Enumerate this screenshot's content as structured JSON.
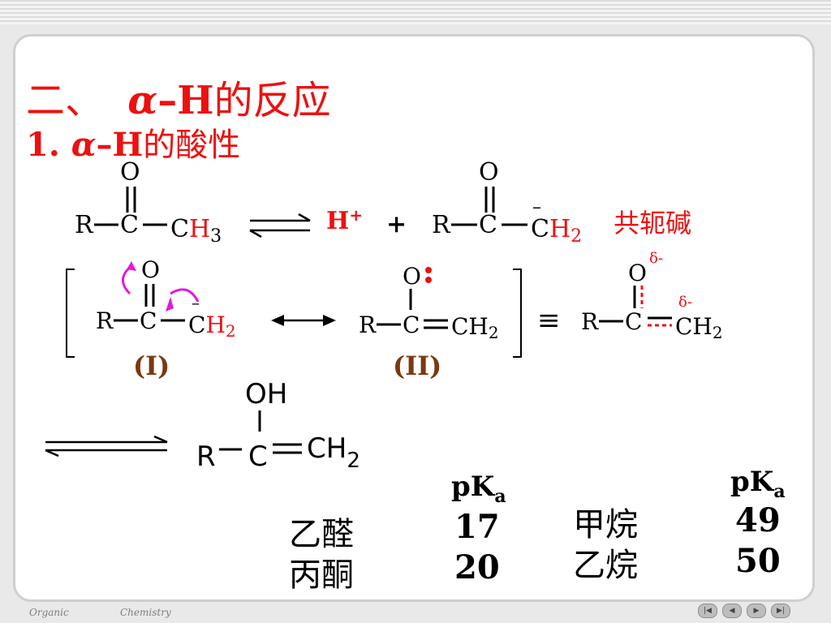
{
  "title": {
    "section_number": "二、",
    "alpha": "α",
    "dash": "–",
    "h": "H",
    "text": "的反应"
  },
  "subtitle": {
    "number": "1.",
    "alpha": "α",
    "dash": "–",
    "h": "H",
    "text": "的酸性"
  },
  "eq1": {
    "R": "R",
    "C": "C",
    "O": "O",
    "CH3": "CH3",
    "H_plus": "H+",
    "plus": "+",
    "R2": "R",
    "C2": "C",
    "O2": "O",
    "CH2_minus": "CH2",
    "minus": "–",
    "conj_base": "共轭碱"
  },
  "resonance": {
    "I_label": "(I)",
    "II_label": "(II)",
    "struct1": {
      "R": "R",
      "C": "C",
      "O": "O",
      "CH2": "CH2",
      "minus": "–"
    },
    "struct2": {
      "R": "R",
      "C": "C",
      "O": "O",
      "CH2": "CH2"
    },
    "equiv": "≡",
    "struct3": {
      "R": "R",
      "C": "C",
      "O": "O",
      "CH2": "CH2",
      "delta1": "δ-",
      "delta2": "δ-"
    }
  },
  "enol": {
    "OH": "OH",
    "R": "R",
    "C": "C",
    "CH2": "CH2"
  },
  "pka_table": {
    "header": "pK",
    "header_sub": "a",
    "left_rows": [
      {
        "name": "乙醛",
        "value": "17"
      },
      {
        "name": "丙酮",
        "value": "20"
      }
    ],
    "right_rows": [
      {
        "name": "甲烷",
        "value": "49"
      },
      {
        "name": "乙烷",
        "value": "50"
      }
    ]
  },
  "footer": {
    "left": "Organic",
    "right": "Chemistry"
  },
  "colors": {
    "red": "#ee1010",
    "magenta": "#e01ae0",
    "brown": "#7b3812"
  },
  "nav": [
    "first",
    "prev",
    "next",
    "last"
  ]
}
